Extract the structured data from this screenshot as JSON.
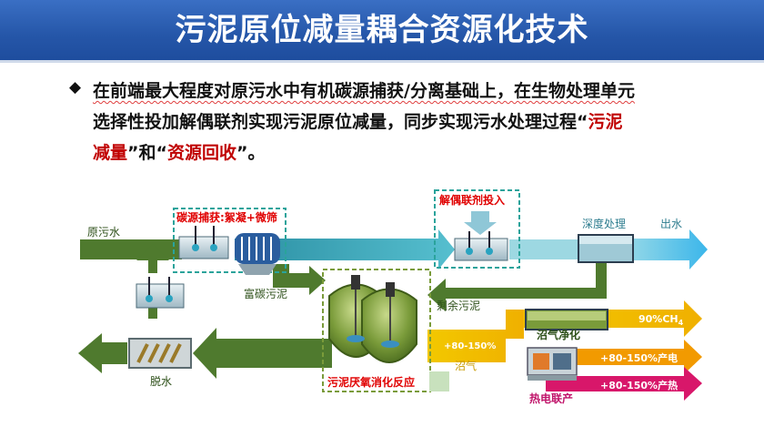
{
  "title": "污泥原位减量耦合资源化技术",
  "paragraph": {
    "line1": "在前端最大程度对原污水中有机碳源捕获/分离基础上，在生物处理单元",
    "line2_a": "选择性投加解偶联剂实现污泥原位减量，同步实现污水处理过程“",
    "line2_red": "污泥",
    "line3_red1": "减量",
    "line3_mid": "”和“",
    "line3_red2": "资源回收",
    "line3_end": "”。"
  },
  "diagram": {
    "raw_water": "原污水",
    "carbon_capture": "碳源捕获:絮凝+微筛",
    "carbon_rich_sludge": "富碳污泥",
    "uncoupler_dosing": "解偶联剂投入",
    "deep_treatment": "深度处理",
    "effluent": "出水",
    "residual_sludge": "剩余污泥",
    "biogas_purification": "沼气净化",
    "ch4_pct": "90%CH",
    "ch4_sub": "4",
    "gain_small": "+80-150%",
    "biogas": "沼气",
    "power_gain": "+80-150%产电",
    "heat_gain": "+80-150%产热",
    "chp": "热电联产",
    "dewatering": "脱水",
    "anaerobic_digestion": "污泥厌氧消化反应",
    "colors": {
      "dark_green": "#4f7a2e",
      "light_green": "#9fc26a",
      "teal": "#36a5b8",
      "light_teal": "#8fd3dd",
      "sky": "#5cc3ee",
      "yellow": "#f2c200",
      "orange": "#f29a00",
      "magenta": "#d8176a",
      "red_label": "#e00000"
    }
  }
}
